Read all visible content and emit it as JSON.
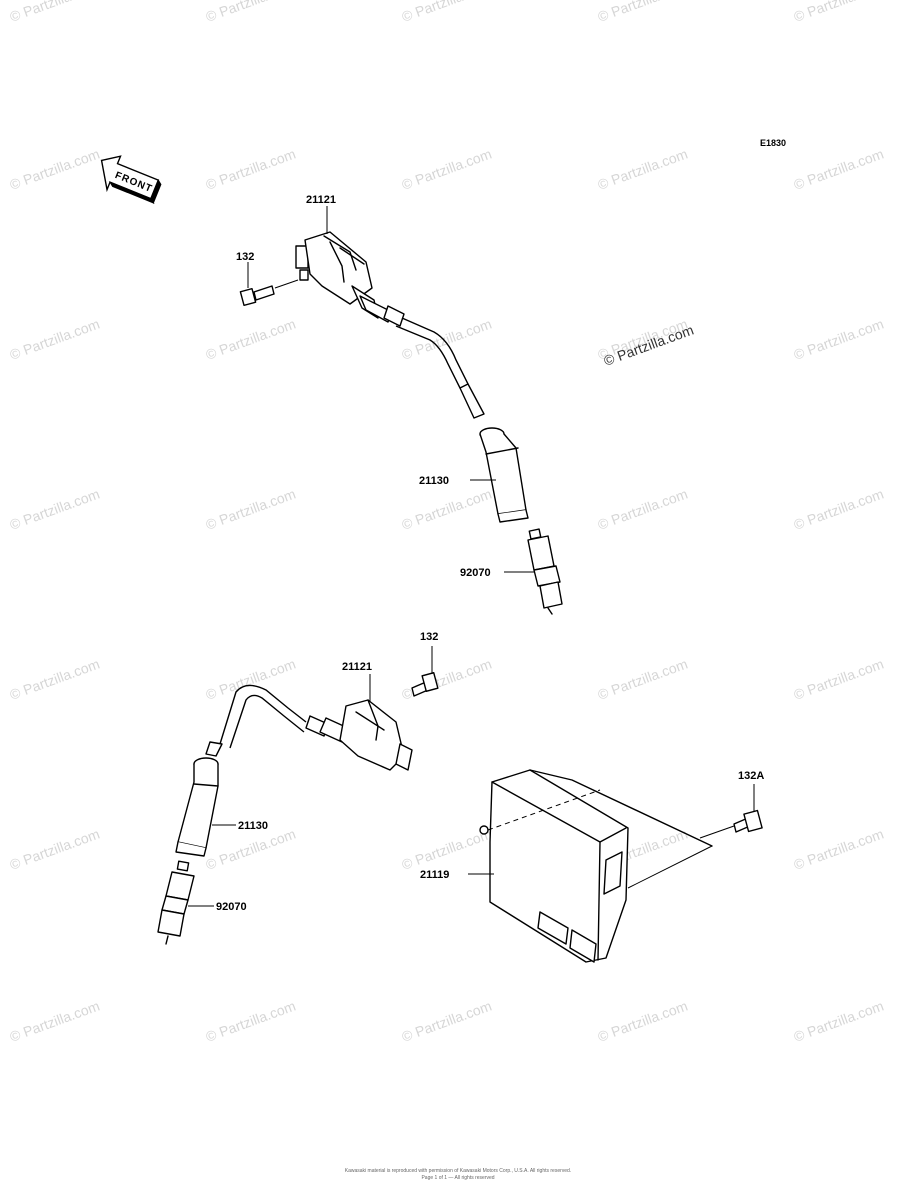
{
  "diagram_code": "E1830",
  "front_label": "FRONT",
  "watermark_main": "© Partzilla.com",
  "watermark_tile": "© Partzilla.com",
  "parts": {
    "coil_top": "21121",
    "bolt_top": "132",
    "cap_top": "21130",
    "plug_top": "92070",
    "bolt_mid": "132",
    "coil_mid": "21121",
    "cap_bottom": "21130",
    "plug_bottom": "92070",
    "bolt_igniter": "132A",
    "igniter": "21119"
  },
  "footer": {
    "line1": "Kawasaki material is reproduced with permission of Kawasaki Motors Corp., U.S.A. All rights reserved.",
    "line2": "Page 1 of 1 — All rights reserved"
  }
}
